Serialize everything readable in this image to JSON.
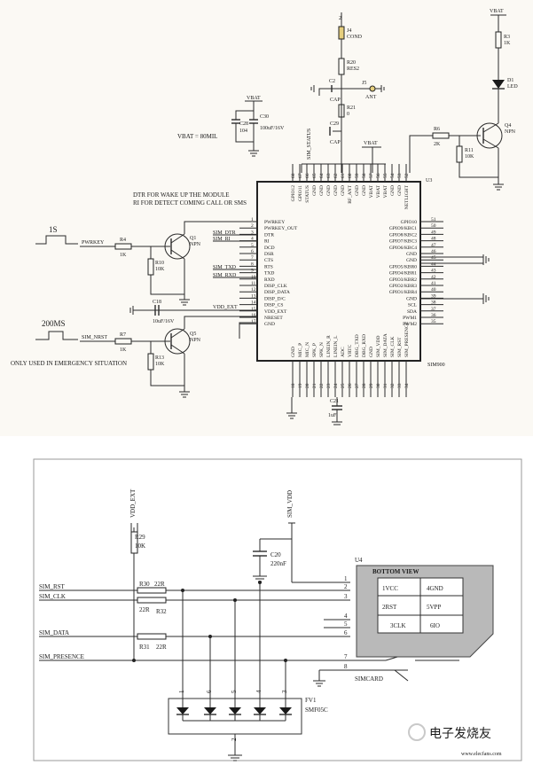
{
  "top": {
    "chip": {
      "ref": "U3",
      "part": "SIM900"
    },
    "left_pins": [
      {
        "num": "1",
        "name": "PWRKEY"
      },
      {
        "num": "2",
        "name": "PWRKEY_OUT"
      },
      {
        "num": "3",
        "name": "DTR"
      },
      {
        "num": "4",
        "name": "RI"
      },
      {
        "num": "5",
        "name": "DCD"
      },
      {
        "num": "6",
        "name": "DSR"
      },
      {
        "num": "7",
        "name": "CTS"
      },
      {
        "num": "8",
        "name": "RTS"
      },
      {
        "num": "9",
        "name": "TXD"
      },
      {
        "num": "10",
        "name": "RXD"
      },
      {
        "num": "11",
        "name": "DISP_CLK"
      },
      {
        "num": "12",
        "name": "DISP_DATA"
      },
      {
        "num": "13",
        "name": "DISP_D/C"
      },
      {
        "num": "14",
        "name": "DISP_CS"
      },
      {
        "num": "15",
        "name": "VDD_EXT"
      },
      {
        "num": "16",
        "name": "NRESET"
      },
      {
        "num": "17",
        "name": "GND"
      }
    ],
    "right_pins": [
      {
        "num": "51",
        "name": "GPIO10"
      },
      {
        "num": "50",
        "name": "GPIO9/KBC1"
      },
      {
        "num": "49",
        "name": "GPIO8/KBC2"
      },
      {
        "num": "48",
        "name": "GPIO7/KBC3"
      },
      {
        "num": "47",
        "name": "GPIO6/KBC4"
      },
      {
        "num": "46",
        "name": "GND"
      },
      {
        "num": "45",
        "name": "GND"
      },
      {
        "num": "44",
        "name": "GPIO5/KBR0"
      },
      {
        "num": "43",
        "name": "GPIO4/KBR1"
      },
      {
        "num": "42",
        "name": "GPIO3/KBR2"
      },
      {
        "num": "41",
        "name": "GPIO2/KBR3"
      },
      {
        "num": "40",
        "name": "GPIO1/KBR4"
      },
      {
        "num": "39",
        "name": "GND"
      },
      {
        "num": "38",
        "name": "SCL"
      },
      {
        "num": "37",
        "name": "SDA"
      },
      {
        "num": "36",
        "name": "PWM1"
      },
      {
        "num": "35",
        "name": "PWM2"
      }
    ],
    "top_pins": [
      {
        "num": "68",
        "name": "GPIO12"
      },
      {
        "num": "67",
        "name": "GPIO11"
      },
      {
        "num": "66",
        "name": "STATUS"
      },
      {
        "num": "65",
        "name": "GND"
      },
      {
        "num": "64",
        "name": "GND"
      },
      {
        "num": "63",
        "name": "GND"
      },
      {
        "num": "62",
        "name": "GND"
      },
      {
        "num": "61",
        "name": "GND"
      },
      {
        "num": "60",
        "name": "RF_ANT"
      },
      {
        "num": "59",
        "name": "GND"
      },
      {
        "num": "58",
        "name": "GND"
      },
      {
        "num": "57",
        "name": "VBAT"
      },
      {
        "num": "56",
        "name": "VBAT"
      },
      {
        "num": "55",
        "name": "VBAT"
      },
      {
        "num": "54",
        "name": "GND"
      },
      {
        "num": "53",
        "name": "GND"
      },
      {
        "num": "52",
        "name": "NETLIGHT"
      }
    ],
    "bottom_pins": [
      {
        "num": "18",
        "name": "GND"
      },
      {
        "num": "19",
        "name": "MIC_P"
      },
      {
        "num": "20",
        "name": "MIC_N"
      },
      {
        "num": "21",
        "name": "SPK_P"
      },
      {
        "num": "22",
        "name": "SPK_N"
      },
      {
        "num": "23",
        "name": "LINEIN_R"
      },
      {
        "num": "24",
        "name": "LINEIN_L"
      },
      {
        "num": "25",
        "name": "ADC"
      },
      {
        "num": "26",
        "name": "VRTC"
      },
      {
        "num": "27",
        "name": "DBG_TXD"
      },
      {
        "num": "28",
        "name": "DBG_RXD"
      },
      {
        "num": "29",
        "name": "GND"
      },
      {
        "num": "30",
        "name": "SIM_VDD"
      },
      {
        "num": "31",
        "name": "SIM_DATA"
      },
      {
        "num": "32",
        "name": "SIM_CLK"
      },
      {
        "num": "33",
        "name": "SIM_RST"
      },
      {
        "num": "34",
        "name": "SIM_PRESENCE"
      }
    ],
    "notes": {
      "dtr_note1": "DTR FOR WAKE UP THE MODULE",
      "dtr_note2": "RI FOR DETECT COMING CALL OR SMS",
      "pulse1": "1S",
      "pulse2": "200MS",
      "emergency": "ONLY USED IN EMERGENCY SITUATION",
      "vbat_width": "VBAT = 80MIL"
    },
    "nets": {
      "vbat": "VBAT",
      "pwrkey": "PWRKEY",
      "sim_dtr": "SIM_DTR",
      "sim_ri": "SIM_RI",
      "sim_txd": "SIM_TXD",
      "sim_rxd": "SIM_RXD",
      "vdd_ext": "VDD_EXT",
      "sim_nrst": "SIM_NRST",
      "sim_status": "SIM_STATUS",
      "ant": "ANT"
    },
    "parts": {
      "r4": "R4",
      "r4v": "1K",
      "r10": "R10",
      "r10v": "10K",
      "q1": "Q1",
      "q1t": "NPN",
      "r7": "R7",
      "r7v": "1K",
      "r13": "R13",
      "r13v": "10K",
      "q5": "Q5",
      "q5t": "NPN",
      "c18": "C18",
      "c18v": "10uF/16V",
      "c28": "C28",
      "c28v": "104",
      "c30": "C30",
      "c30v": "100uF/16V",
      "j4": "J4",
      "j4v": "COND",
      "r20": "R20",
      "r20v": "RES2",
      "c2": "C2",
      "c2v": "CAP",
      "r21": "R21",
      "r21v": "0",
      "c29": "C29",
      "c29v": "CAP",
      "j5": "J5",
      "r6": "R6",
      "r6v": "2K",
      "r11": "R11",
      "r11v": "10K",
      "q4": "Q4",
      "q4t": "NPN",
      "r3": "R3",
      "r3v": "1K",
      "d1": "D1",
      "d1v": "LED",
      "c21": "C21",
      "c21v": "1uF",
      "j4pin": "2"
    }
  },
  "bottom": {
    "nets": {
      "vdd_ext": "VDD_EXT",
      "sim_vdd": "SIM_VDD",
      "sim_rst": "SIM_RST",
      "sim_clk": "SIM_CLK",
      "sim_data": "SIM_DATA",
      "sim_presence": "SIM_PRESENCE",
      "simcard": "SIMCARD"
    },
    "parts": {
      "r29": "R29",
      "r29v": "10K",
      "r30": "R30",
      "r30v": "22R",
      "r32": "R32",
      "r32v": "22R",
      "r31": "R31",
      "r31v": "22R",
      "c20": "C20",
      "c20v": "220nF",
      "u4": "U4",
      "bottom_view": "BOTTOM VIEW",
      "fv1": "FV1",
      "fv1v": "SMF05C"
    },
    "card_pads": [
      "1VCC",
      "2RST",
      "3CLK",
      "4GND",
      "5VPP",
      "6IO"
    ],
    "connector_pins": [
      "1",
      "2",
      "3",
      "4",
      "5",
      "6",
      "7",
      "8"
    ],
    "tvs_pins": [
      "1",
      "6",
      "5",
      "4",
      "3",
      "2"
    ],
    "watermark": "电子发烧友",
    "watermark_url": "www.elecfans.com"
  }
}
